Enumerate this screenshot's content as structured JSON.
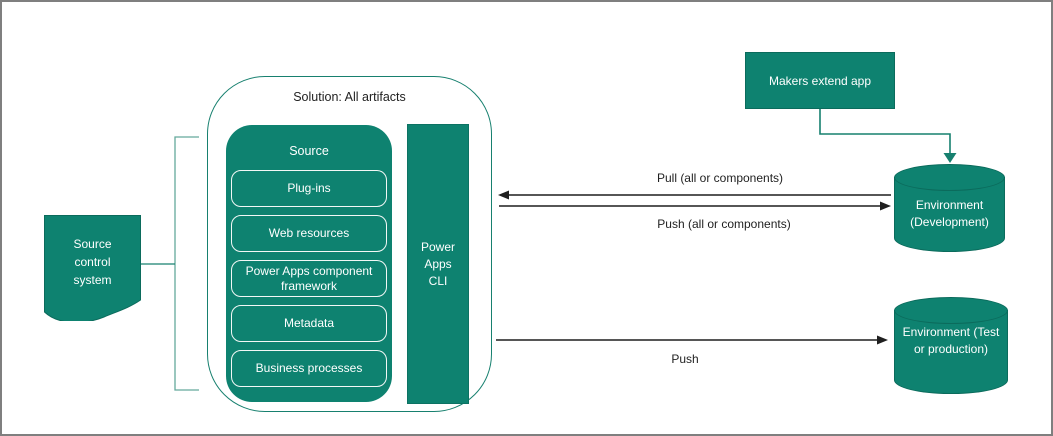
{
  "diagram": {
    "source_control": {
      "label": "Source control system"
    },
    "solution": {
      "title": "Solution: All artifacts",
      "source_group": {
        "title": "Source",
        "items": [
          "Plug-ins",
          "Web resources",
          "Power Apps component framework",
          "Metadata",
          "Business processes"
        ]
      },
      "cli": {
        "label": "Power Apps CLI"
      }
    },
    "makers": {
      "label": "Makers extend app"
    },
    "environments": {
      "development": {
        "label": "Environment (Development)"
      },
      "test_production": {
        "label": "Environment (Test or production)"
      }
    },
    "arrows": {
      "pull": "Pull (all or components)",
      "push_all": "Push (all or components)",
      "push": "Push"
    },
    "colors": {
      "teal_fill": "#0E8270",
      "teal_border": "#0B6B5C",
      "connector_teal": "#17806F",
      "bracket_teal": "#63A99C",
      "arrow_black": "#1F1F1F",
      "frame_gray": "#7F7F7F"
    }
  }
}
